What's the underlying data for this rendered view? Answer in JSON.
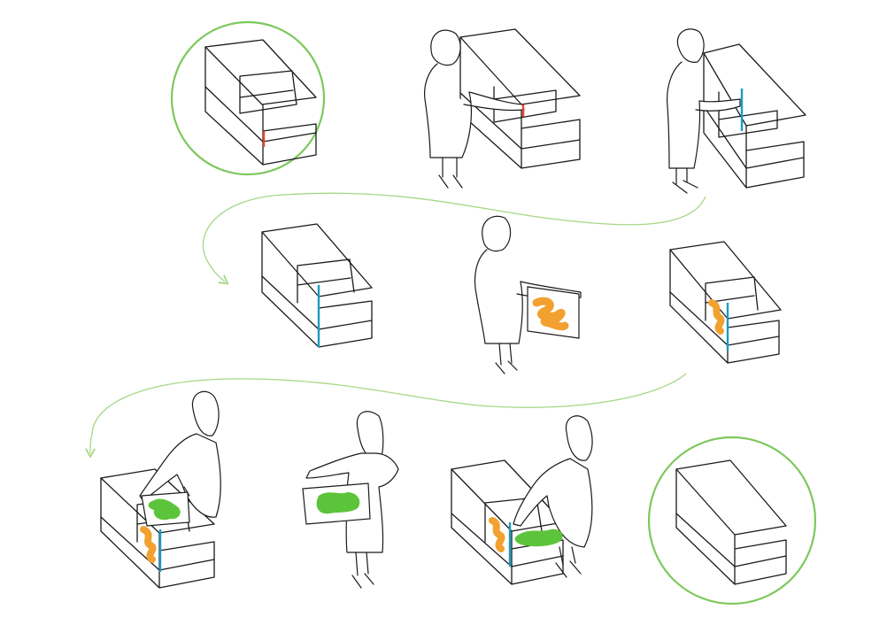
{
  "colors": {
    "highlight_circle": "#7dc85c",
    "flow_arrow": "#a6d786",
    "marker_red": "#e0452a",
    "marker_blue": "#1a9bc4",
    "blob_orange": "#f2a130",
    "blob_green": "#5cc43a",
    "line": "#1a1a1a",
    "background": "#ffffff"
  },
  "steps": [
    {
      "icon": "box-with-red-mark-icon",
      "highlighted": true
    },
    {
      "icon": "person-marking-divider-icon",
      "highlighted": false
    },
    {
      "icon": "person-fixing-blue-divider-icon",
      "highlighted": false
    },
    {
      "icon": "box-with-blue-divider-icon",
      "highlighted": false
    },
    {
      "icon": "person-holding-orange-panel-icon",
      "highlighted": false
    },
    {
      "icon": "box-with-orange-panel-icon",
      "highlighted": false
    },
    {
      "icon": "person-inserting-green-panel-icon",
      "highlighted": false
    },
    {
      "icon": "person-holding-green-panel-icon",
      "highlighted": false
    },
    {
      "icon": "person-placing-green-panel-icon",
      "highlighted": false
    },
    {
      "icon": "box-empty-final-icon",
      "highlighted": true
    }
  ],
  "flow": [
    {
      "icon": "curved-flow-arrow-icon",
      "from_step": 3,
      "to_step": 4
    },
    {
      "icon": "curved-flow-arrow-icon",
      "from_step": 6,
      "to_step": 7
    }
  ]
}
